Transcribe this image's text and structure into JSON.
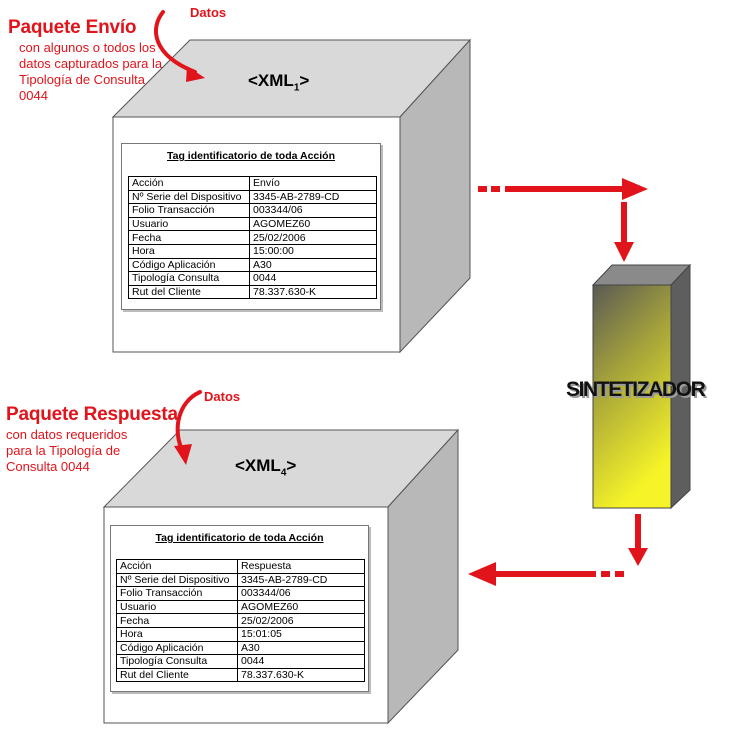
{
  "envio_package": {
    "title": "Paquete Envío",
    "description": "con algunos o todos los datos capturados para la Tipología de Consulta 0044",
    "datos_label": "Datos",
    "xml_base": "<XML",
    "xml_sub": "1",
    "xml_close": ">",
    "doc_title": "Tag identificatorio de toda Acción",
    "rows": [
      {
        "k": "Acción",
        "v": "Envío"
      },
      {
        "k": "Nº Serie del Dispositivo",
        "v": "3345-AB-2789-CD"
      },
      {
        "k": "Folio Transacción",
        "v": "003344/06"
      },
      {
        "k": "Usuario",
        "v": "AGOMEZ60"
      },
      {
        "k": "Fecha",
        "v": "25/02/2006"
      },
      {
        "k": "Hora",
        "v": "15:00:00"
      },
      {
        "k": "Código Aplicación",
        "v": "A30"
      },
      {
        "k": "Tipología Consulta",
        "v": "0044"
      },
      {
        "k": "Rut del Cliente",
        "v": "78.337.630-K"
      }
    ]
  },
  "respuesta_package": {
    "title": "Paquete Respuesta",
    "description": "con datos requeridos para la Tipología de Consulta 0044",
    "datos_label": "Datos",
    "xml_base": "<XML",
    "xml_sub": "4",
    "xml_close": ">",
    "doc_title": "Tag identificatorio de toda Acción",
    "rows": [
      {
        "k": "Acción",
        "v": "Respuesta"
      },
      {
        "k": "Nº Serie del Dispositivo",
        "v": "3345-AB-2789-CD"
      },
      {
        "k": "Folio Transacción",
        "v": "003344/06"
      },
      {
        "k": "Usuario",
        "v": "AGOMEZ60"
      },
      {
        "k": "Fecha",
        "v": "25/02/2006"
      },
      {
        "k": "Hora",
        "v": "15:01:05"
      },
      {
        "k": "Código Aplicación",
        "v": "A30"
      },
      {
        "k": "Tipología Consulta",
        "v": "0044"
      },
      {
        "k": "Rut del Cliente",
        "v": "78.337.630-K"
      }
    ]
  },
  "synthesizer": {
    "label": "SINTETIZADOR"
  },
  "colors": {
    "accent_red": "#e1141b",
    "box_top": "#d6d6d6",
    "box_side": "#b3b3b3",
    "synth_front_top": "#6b6b4a",
    "synth_front_bottom": "#f4f22a"
  }
}
